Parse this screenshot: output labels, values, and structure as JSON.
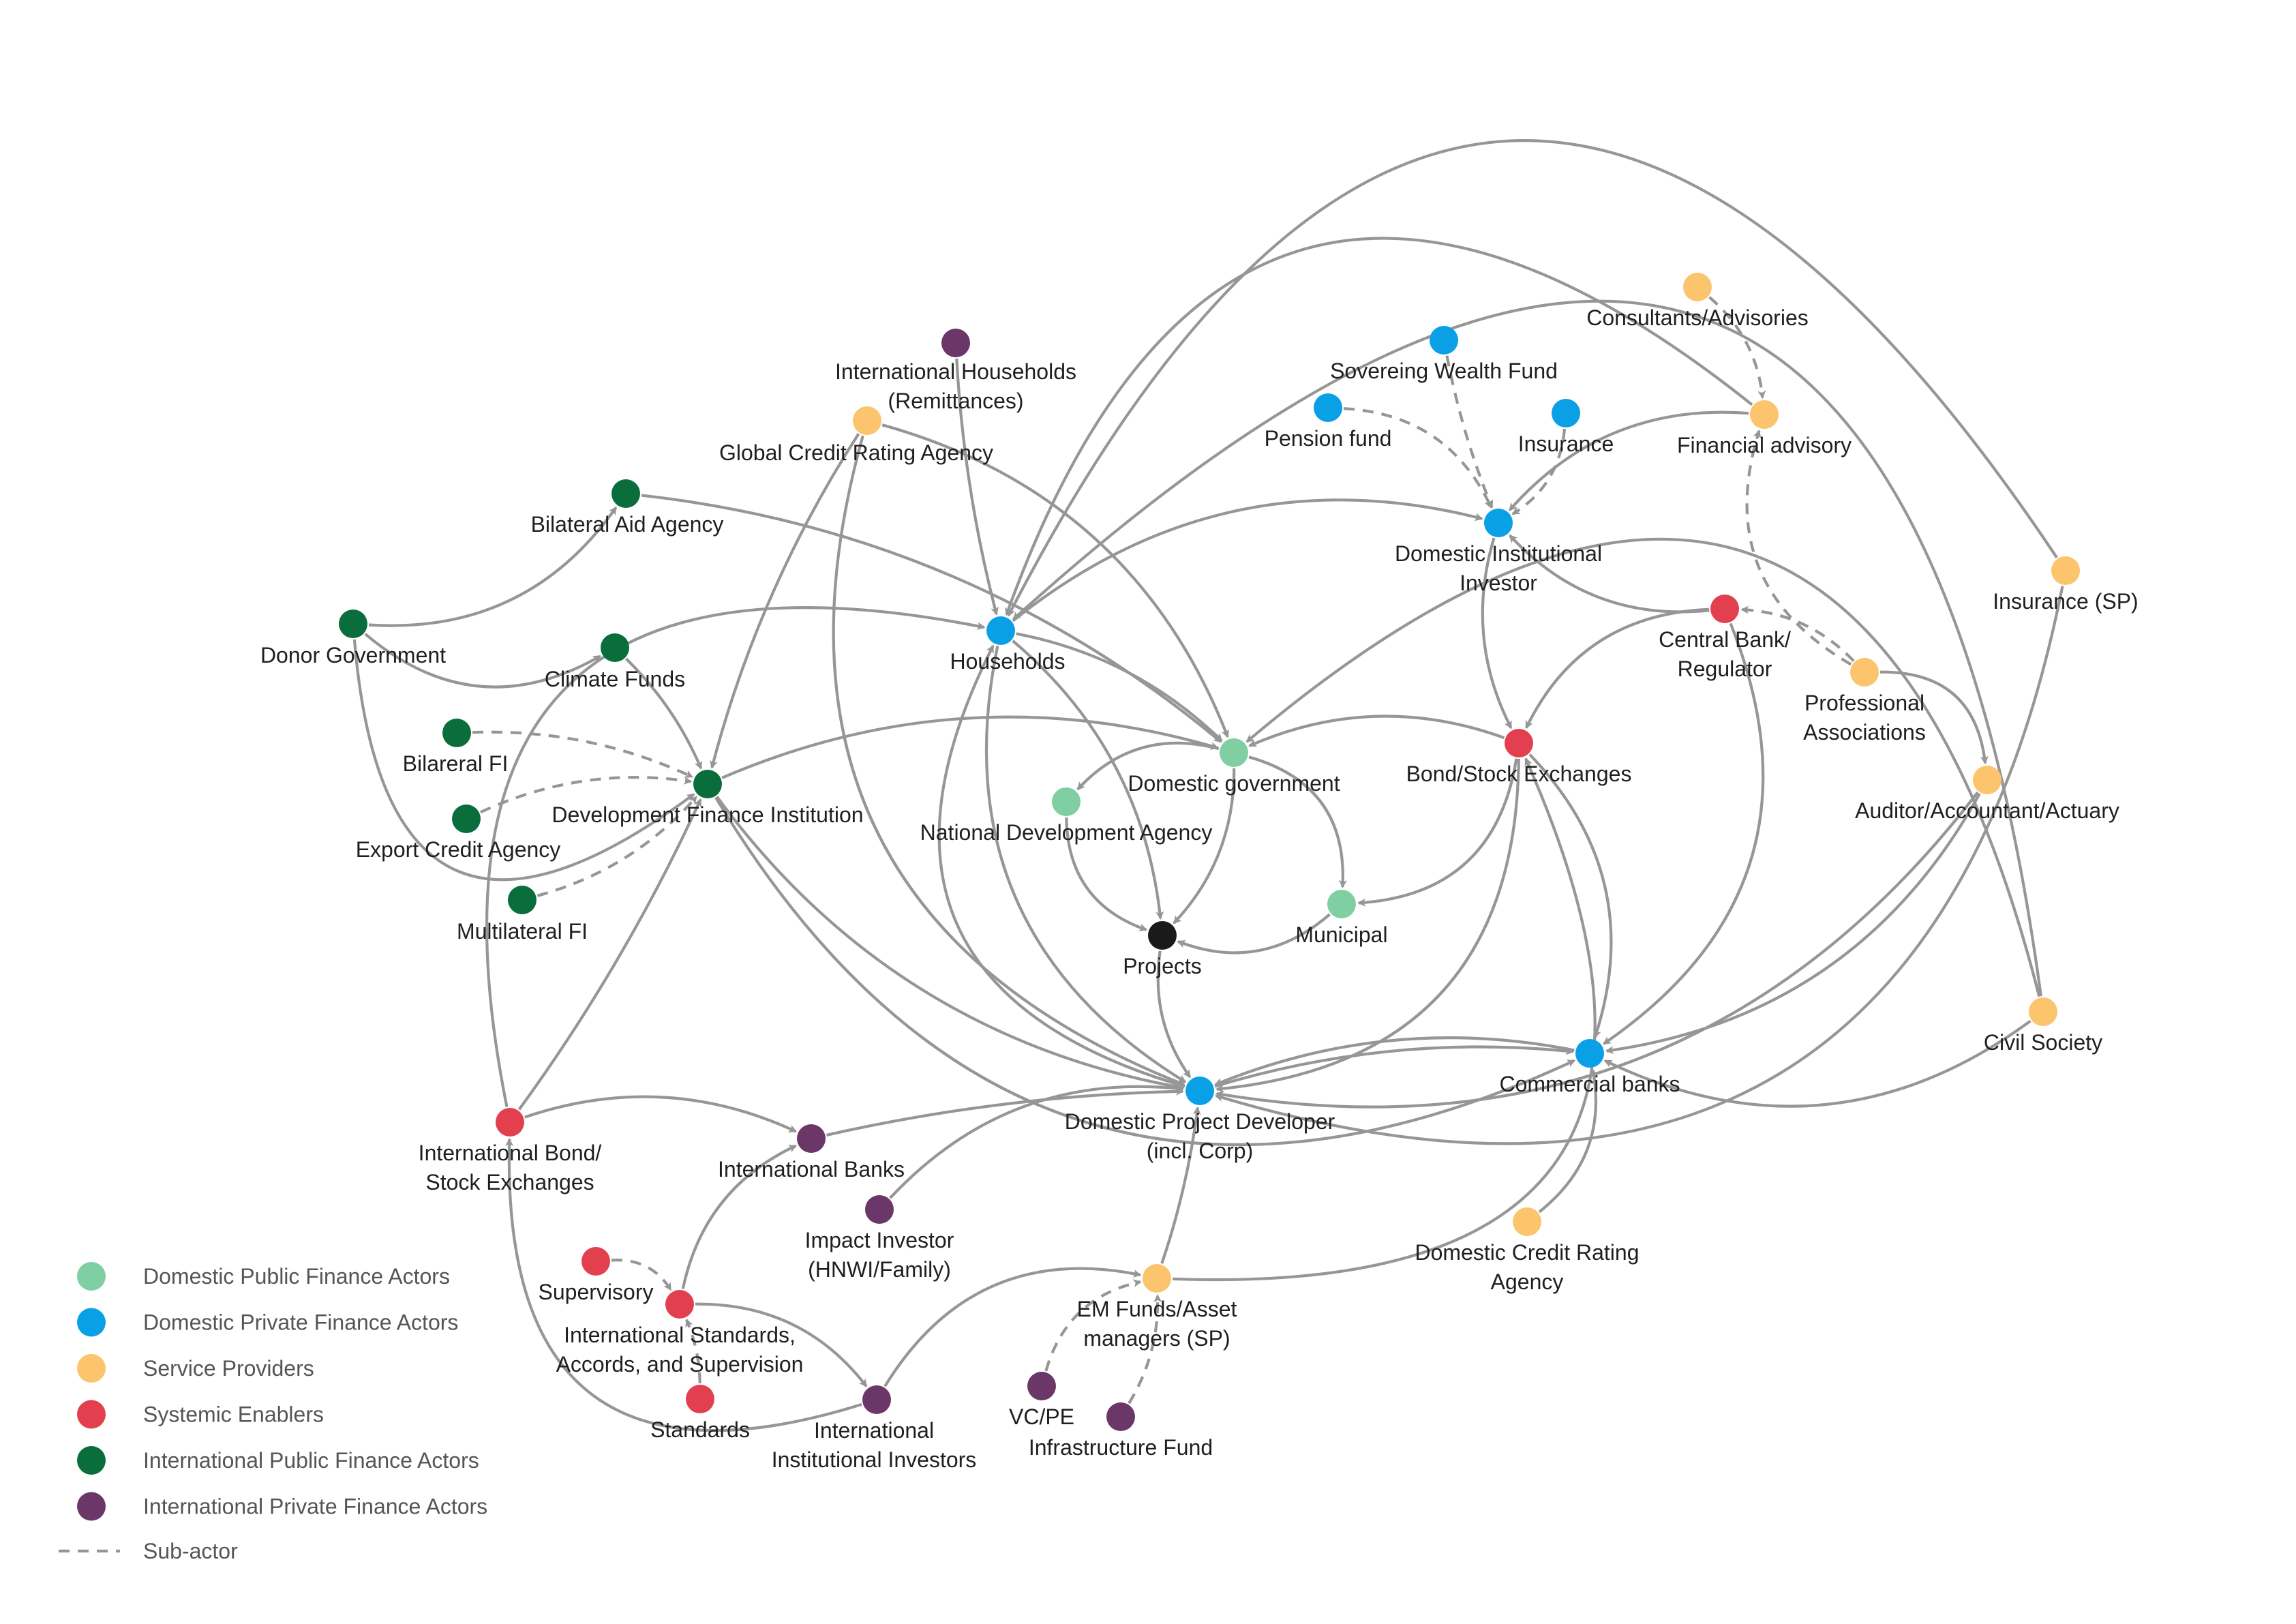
{
  "colors": {
    "domestic_public": "#7fcfa2",
    "domestic_private": "#0aa0e6",
    "service": "#fbc46d",
    "systemic": "#e2404f",
    "intl_public": "#0a6e3c",
    "intl_private": "#6b3768",
    "projects": "#1a1a1a",
    "edge": "#969696"
  },
  "nodes": [
    {
      "id": "intl_households",
      "label": [
        "International Households",
        "(Remittances)"
      ],
      "category": "intl_private"
    },
    {
      "id": "global_cra",
      "label": [
        "Global Credit Rating Agency"
      ],
      "category": "service"
    },
    {
      "id": "bilateral_aid",
      "label": [
        "Bilateral Aid Agency"
      ],
      "category": "intl_public"
    },
    {
      "id": "donor_gov",
      "label": [
        "Donor Government"
      ],
      "category": "intl_public"
    },
    {
      "id": "climate_funds",
      "label": [
        "Climate Funds"
      ],
      "category": "intl_public"
    },
    {
      "id": "bilateral_fi",
      "label": [
        "Bilareral FI"
      ],
      "category": "intl_public"
    },
    {
      "id": "export_credit",
      "label": [
        "Export Credit Agency"
      ],
      "category": "intl_public"
    },
    {
      "id": "multilateral_fi",
      "label": [
        "Multilateral FI"
      ],
      "category": "intl_public"
    },
    {
      "id": "dfi",
      "label": [
        "Development Finance Institution"
      ],
      "category": "intl_public"
    },
    {
      "id": "households",
      "label": [
        "Households"
      ],
      "category": "domestic_private"
    },
    {
      "id": "domestic_gov",
      "label": [
        "Domestic government"
      ],
      "category": "domestic_public"
    },
    {
      "id": "nda",
      "label": [
        "National Development Agency"
      ],
      "category": "domestic_public"
    },
    {
      "id": "projects",
      "label": [
        "Projects"
      ],
      "category": "projects"
    },
    {
      "id": "municipal",
      "label": [
        "Municipal"
      ],
      "category": "domestic_public"
    },
    {
      "id": "swf",
      "label": [
        "Sovereing Wealth Fund"
      ],
      "category": "domestic_private"
    },
    {
      "id": "pension",
      "label": [
        "Pension fund"
      ],
      "category": "domestic_private"
    },
    {
      "id": "insurance_dp",
      "label": [
        "Insurance"
      ],
      "category": "domestic_private"
    },
    {
      "id": "dii",
      "label": [
        "Domestic Institutional",
        "Investor"
      ],
      "category": "domestic_private"
    },
    {
      "id": "consultants",
      "label": [
        "Consultants/Advisories"
      ],
      "category": "service"
    },
    {
      "id": "fin_advisory",
      "label": [
        "Financial advisory"
      ],
      "category": "service"
    },
    {
      "id": "insurance_sp",
      "label": [
        "Insurance (SP)"
      ],
      "category": "service"
    },
    {
      "id": "central_bank",
      "label": [
        "Central Bank/",
        "Regulator"
      ],
      "category": "systemic"
    },
    {
      "id": "prof_assoc",
      "label": [
        "Professional",
        "Associations"
      ],
      "category": "service"
    },
    {
      "id": "bond_stock",
      "label": [
        "Bond/Stock Exchanges"
      ],
      "category": "systemic"
    },
    {
      "id": "auditor",
      "label": [
        "Auditor/Accountant/Actuary"
      ],
      "category": "service"
    },
    {
      "id": "civil_society",
      "label": [
        "Civil Society"
      ],
      "category": "service"
    },
    {
      "id": "commercial_banks",
      "label": [
        "Commercial banks"
      ],
      "category": "domestic_private"
    },
    {
      "id": "dpd",
      "label": [
        "Domestic Project Developer",
        "(incl. Corp)"
      ],
      "category": "domestic_private"
    },
    {
      "id": "intl_bond",
      "label": [
        "International Bond/",
        "Stock Exchanges"
      ],
      "category": "systemic"
    },
    {
      "id": "intl_banks",
      "label": [
        "International Banks"
      ],
      "category": "intl_private"
    },
    {
      "id": "impact_investor",
      "label": [
        "Impact Investor",
        "(HNWI/Family)"
      ],
      "category": "intl_private"
    },
    {
      "id": "supervisory",
      "label": [
        "Supervisory"
      ],
      "category": "systemic"
    },
    {
      "id": "intl_standards",
      "label": [
        "International Standards,",
        "Accords, and Supervision"
      ],
      "category": "systemic"
    },
    {
      "id": "standards",
      "label": [
        "Standards"
      ],
      "category": "systemic"
    },
    {
      "id": "iii",
      "label": [
        "International",
        "Institutional Investors"
      ],
      "category": "intl_private"
    },
    {
      "id": "em_funds",
      "label": [
        "EM Funds/Asset",
        "managers (SP)"
      ],
      "category": "service"
    },
    {
      "id": "vcpe",
      "label": [
        "VC/PE"
      ],
      "category": "intl_private"
    },
    {
      "id": "infra_fund",
      "label": [
        "Infrastructure Fund"
      ],
      "category": "intl_private"
    },
    {
      "id": "domestic_cra",
      "label": [
        "Domestic Credit Rating",
        "Agency"
      ],
      "category": "service"
    }
  ],
  "edges": [
    {
      "from": "donor_gov",
      "to": "bilateral_aid",
      "sub": false
    },
    {
      "from": "donor_gov",
      "to": "climate_funds",
      "sub": false
    },
    {
      "from": "climate_funds",
      "to": "dfi",
      "sub": false
    },
    {
      "from": "bilateral_fi",
      "to": "dfi",
      "sub": true
    },
    {
      "from": "export_credit",
      "to": "dfi",
      "sub": true
    },
    {
      "from": "multilateral_fi",
      "to": "dfi",
      "sub": true
    },
    {
      "from": "donor_gov",
      "to": "dfi",
      "sub": false
    },
    {
      "from": "bilateral_aid",
      "to": "domestic_gov",
      "sub": false
    },
    {
      "from": "global_cra",
      "to": "dfi",
      "sub": false
    },
    {
      "from": "global_cra",
      "to": "domestic_gov",
      "sub": false
    },
    {
      "from": "global_cra",
      "to": "dpd",
      "sub": false
    },
    {
      "from": "intl_households",
      "to": "households",
      "sub": false
    },
    {
      "from": "dfi",
      "to": "domestic_gov",
      "sub": false
    },
    {
      "from": "dfi",
      "to": "dpd",
      "sub": false
    },
    {
      "from": "dfi",
      "to": "commercial_banks",
      "sub": false
    },
    {
      "from": "households",
      "to": "domestic_gov",
      "sub": false
    },
    {
      "from": "households",
      "to": "projects",
      "sub": false
    },
    {
      "from": "households",
      "to": "dii",
      "sub": false
    },
    {
      "from": "households",
      "to": "dpd",
      "sub": false
    },
    {
      "from": "domestic_gov",
      "to": "nda",
      "sub": false
    },
    {
      "from": "domestic_gov",
      "to": "municipal",
      "sub": false
    },
    {
      "from": "domestic_gov",
      "to": "projects",
      "sub": false
    },
    {
      "from": "nda",
      "to": "projects",
      "sub": false
    },
    {
      "from": "municipal",
      "to": "projects",
      "sub": false
    },
    {
      "from": "projects",
      "to": "dpd",
      "sub": false
    },
    {
      "from": "pension",
      "to": "dii",
      "sub": true
    },
    {
      "from": "swf",
      "to": "dii",
      "sub": true
    },
    {
      "from": "insurance_dp",
      "to": "dii",
      "sub": true
    },
    {
      "from": "consultants",
      "to": "fin_advisory",
      "sub": true
    },
    {
      "from": "fin_advisory",
      "to": "dii",
      "sub": false
    },
    {
      "from": "fin_advisory",
      "to": "households",
      "sub": false
    },
    {
      "from": "dii",
      "to": "bond_stock",
      "sub": false
    },
    {
      "from": "central_bank",
      "to": "dii",
      "sub": false
    },
    {
      "from": "central_bank",
      "to": "bond_stock",
      "sub": false
    },
    {
      "from": "central_bank",
      "to": "commercial_banks",
      "sub": false
    },
    {
      "from": "prof_assoc",
      "to": "central_bank",
      "sub": true
    },
    {
      "from": "prof_assoc",
      "to": "fin_advisory",
      "sub": true
    },
    {
      "from": "prof_assoc",
      "to": "auditor",
      "sub": false
    },
    {
      "from": "bond_stock",
      "to": "domestic_gov",
      "sub": false
    },
    {
      "from": "bond_stock",
      "to": "municipal",
      "sub": false
    },
    {
      "from": "bond_stock",
      "to": "commercial_banks",
      "sub": false
    },
    {
      "from": "bond_stock",
      "to": "dpd",
      "sub": false
    },
    {
      "from": "auditor",
      "to": "commercial_banks",
      "sub": false
    },
    {
      "from": "auditor",
      "to": "dpd",
      "sub": false
    },
    {
      "from": "insurance_sp",
      "to": "households",
      "sub": false
    },
    {
      "from": "insurance_sp",
      "to": "dpd",
      "sub": false
    },
    {
      "from": "civil_society",
      "to": "households",
      "sub": false
    },
    {
      "from": "civil_society",
      "to": "domestic_gov",
      "sub": false
    },
    {
      "from": "civil_society",
      "to": "commercial_banks",
      "sub": false
    },
    {
      "from": "commercial_banks",
      "to": "dpd",
      "sub": false
    },
    {
      "from": "domestic_cra",
      "to": "commercial_banks",
      "sub": false
    },
    {
      "from": "intl_bond",
      "to": "dfi",
      "sub": false
    },
    {
      "from": "intl_bond",
      "to": "intl_banks",
      "sub": false
    },
    {
      "from": "intl_bond",
      "to": "households",
      "sub": false
    },
    {
      "from": "intl_banks",
      "to": "dpd",
      "sub": false
    },
    {
      "from": "impact_investor",
      "to": "dpd",
      "sub": false
    },
    {
      "from": "supervisory",
      "to": "intl_standards",
      "sub": true
    },
    {
      "from": "standards",
      "to": "intl_standards",
      "sub": true
    },
    {
      "from": "intl_standards",
      "to": "intl_banks",
      "sub": false
    },
    {
      "from": "intl_standards",
      "to": "iii",
      "sub": false
    },
    {
      "from": "iii",
      "to": "intl_bond",
      "sub": false
    },
    {
      "from": "iii",
      "to": "em_funds",
      "sub": false
    },
    {
      "from": "vcpe",
      "to": "em_funds",
      "sub": true
    },
    {
      "from": "infra_fund",
      "to": "em_funds",
      "sub": true
    },
    {
      "from": "em_funds",
      "to": "dpd",
      "sub": false
    },
    {
      "from": "em_funds",
      "to": "bond_stock",
      "sub": false
    },
    {
      "from": "dpd",
      "to": "commercial_banks",
      "sub": false
    },
    {
      "from": "dpd",
      "to": "households",
      "sub": false
    }
  ],
  "legend": [
    {
      "label": "Domestic Public Finance Actors",
      "category": "domestic_public"
    },
    {
      "label": "Domestic Private Finance Actors",
      "category": "domestic_private"
    },
    {
      "label": "Service Providers",
      "category": "service"
    },
    {
      "label": "Systemic Enablers",
      "category": "systemic"
    },
    {
      "label": "International Public Finance Actors",
      "category": "intl_public"
    },
    {
      "label": "International Private Finance Actors",
      "category": "intl_private"
    }
  ],
  "legend_subactor": "Sub-actor"
}
